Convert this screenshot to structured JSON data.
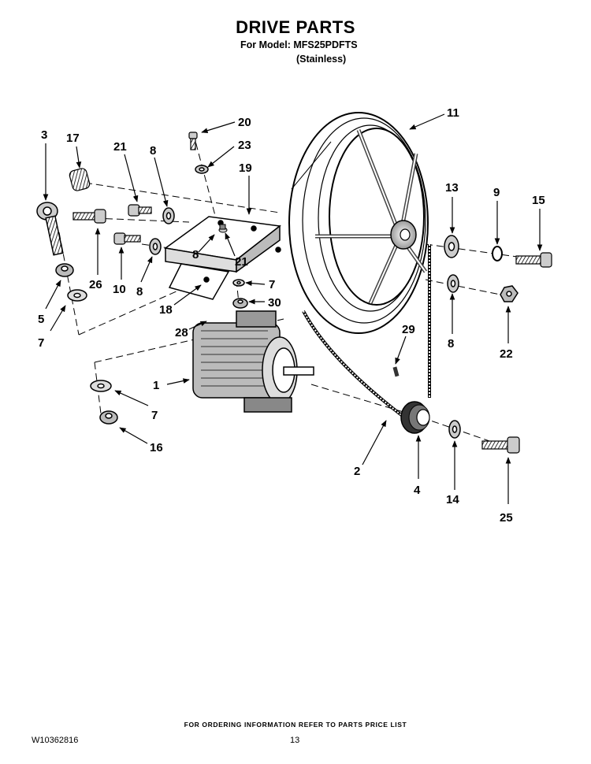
{
  "header": {
    "title": "DRIVE PARTS",
    "model_line": "For Model: MFS25PDFTS",
    "variant_line": "(Stainless)"
  },
  "footer": {
    "ordering_note": "FOR ORDERING INFORMATION REFER TO PARTS PRICE LIST",
    "document_number": "W10362816",
    "page_number": "13"
  },
  "callouts": [
    {
      "id": "c3",
      "label": "3"
    },
    {
      "id": "c17",
      "label": "17"
    },
    {
      "id": "c21a",
      "label": "21"
    },
    {
      "id": "c8a",
      "label": "8"
    },
    {
      "id": "c20",
      "label": "20"
    },
    {
      "id": "c23",
      "label": "23"
    },
    {
      "id": "c19",
      "label": "19"
    },
    {
      "id": "c11",
      "label": "11"
    },
    {
      "id": "c13",
      "label": "13"
    },
    {
      "id": "c9",
      "label": "9"
    },
    {
      "id": "c15",
      "label": "15"
    },
    {
      "id": "c26",
      "label": "26"
    },
    {
      "id": "c10",
      "label": "10"
    },
    {
      "id": "c8b",
      "label": "8"
    },
    {
      "id": "c8c",
      "label": "8"
    },
    {
      "id": "c21b",
      "label": "21"
    },
    {
      "id": "c5",
      "label": "5"
    },
    {
      "id": "c7a",
      "label": "7"
    },
    {
      "id": "c18",
      "label": "18"
    },
    {
      "id": "c7b",
      "label": "7"
    },
    {
      "id": "c30",
      "label": "30"
    },
    {
      "id": "c28",
      "label": "28"
    },
    {
      "id": "c8d",
      "label": "8"
    },
    {
      "id": "c22",
      "label": "22"
    },
    {
      "id": "c29",
      "label": "29"
    },
    {
      "id": "c1",
      "label": "1"
    },
    {
      "id": "c7c",
      "label": "7"
    },
    {
      "id": "c16",
      "label": "16"
    },
    {
      "id": "c2",
      "label": "2"
    },
    {
      "id": "c4",
      "label": "4"
    },
    {
      "id": "c14",
      "label": "14"
    },
    {
      "id": "c25",
      "label": "25"
    }
  ]
}
